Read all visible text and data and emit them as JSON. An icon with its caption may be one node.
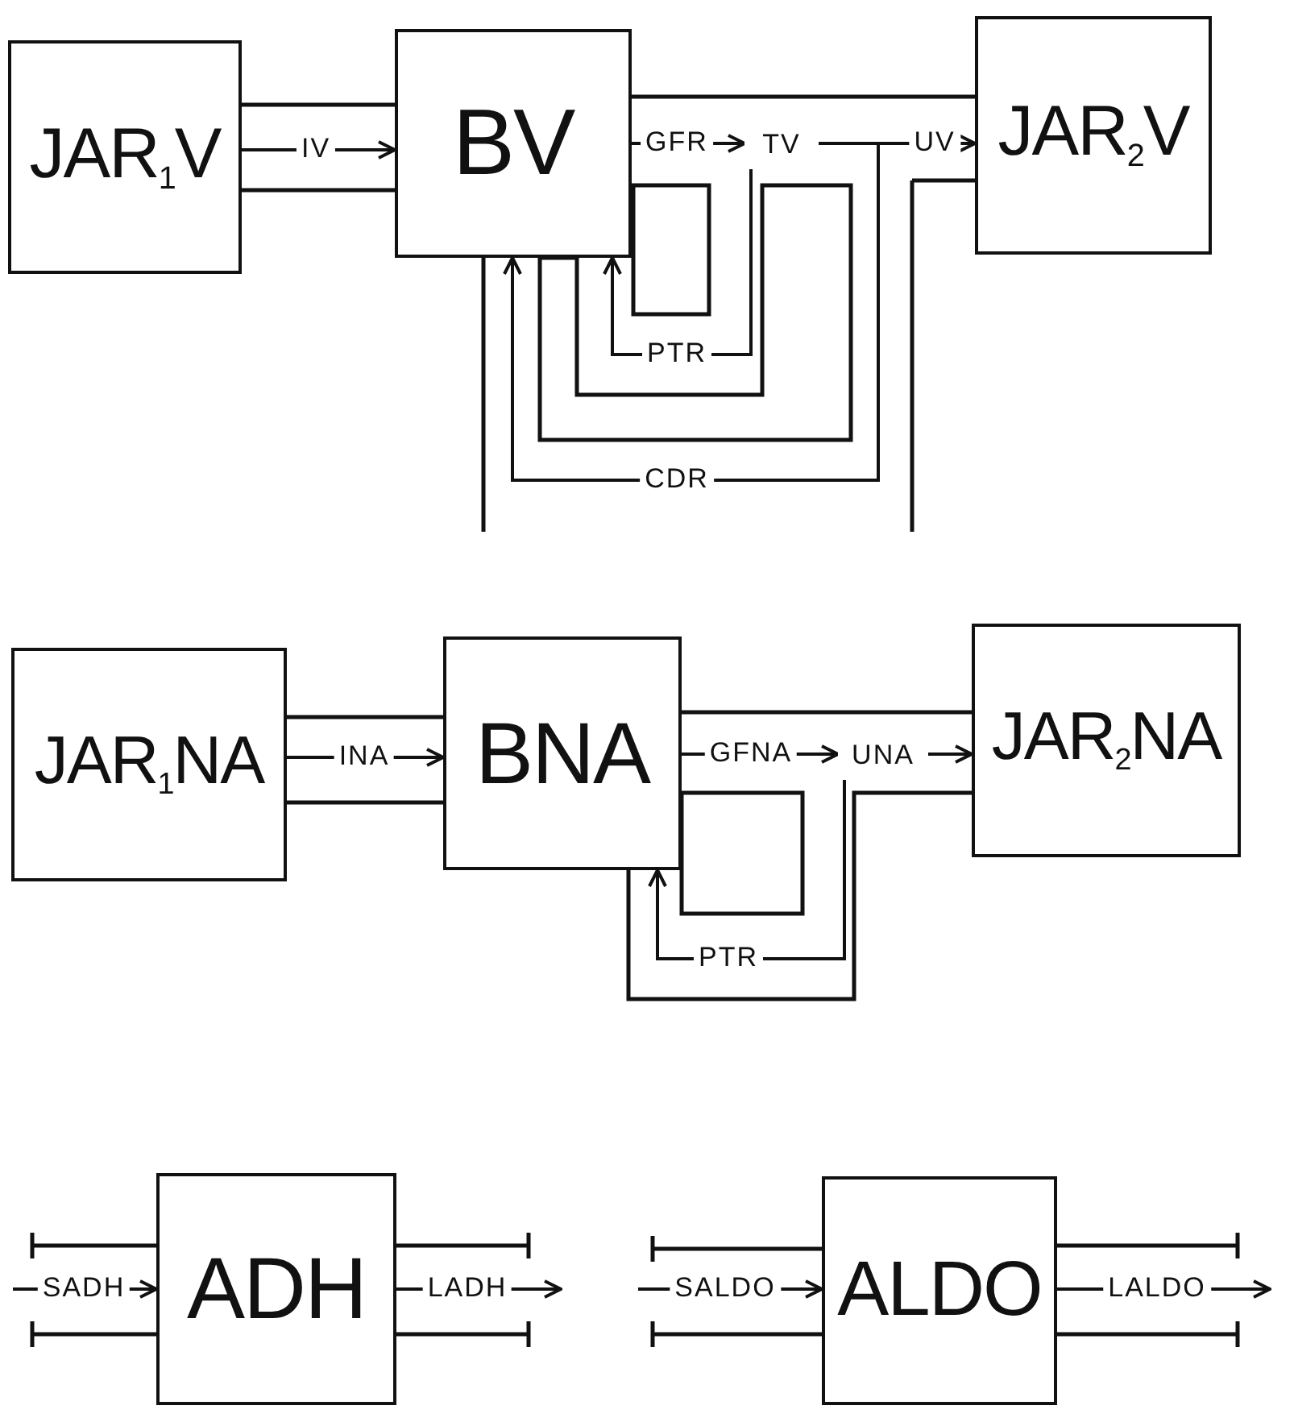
{
  "diagram": {
    "nodes": [
      {
        "text": [
          "JAR$_{1}$V"
        ]
      },
      {
        "text": [
          "BV"
        ]
      },
      {
        "text": [
          "TV"
        ]
      },
      {
        "text": [
          "JAR$_{2}$V"
        ]
      },
      {
        "text": [
          "JAR$_{1}$NA"
        ]
      },
      {
        "text": [
          "BNA"
        ]
      },
      {
        "text": [
          "UNA"
        ]
      },
      {
        "text": [
          "JAR$_{2}$NA"
        ]
      },
      {
        "text": [
          "ADH"
        ]
      },
      {
        "text": [
          "ALDO"
        ]
      }
    ],
    "edges": [
      {
        "from": 0,
        "to": 1,
        "arrow": "to",
        "label": "IV"
      },
      {
        "from": 1,
        "to": 2,
        "arrow": "to",
        "label": "GFR"
      },
      {
        "from": 2,
        "to": 3,
        "arrow": "to",
        "label": "UV"
      },
      {
        "from": 2,
        "to": 1,
        "arrow": "to",
        "label": "PTR"
      },
      {
        "from": 2,
        "to": 1,
        "arrow": "to",
        "label": "CDR"
      },
      {
        "from": 4,
        "to": 5,
        "arrow": "to",
        "label": "INA"
      },
      {
        "from": 5,
        "to": 6,
        "arrow": "to",
        "label": "GFNA"
      },
      {
        "from": 6,
        "to": 7,
        "arrow": "to"
      },
      {
        "from": 6,
        "to": 5,
        "arrow": "to",
        "label": "PTR"
      },
      {
        "from": null,
        "to": 8,
        "arrow": "to",
        "label": "SADH"
      },
      {
        "from": 8,
        "to": null,
        "arrow": "to",
        "label": "LADH"
      },
      {
        "from": null,
        "to": 9,
        "arrow": "to",
        "label": "SALDO"
      },
      {
        "from": 9,
        "to": null,
        "arrow": "to",
        "label": "LALDO"
      }
    ]
  }
}
